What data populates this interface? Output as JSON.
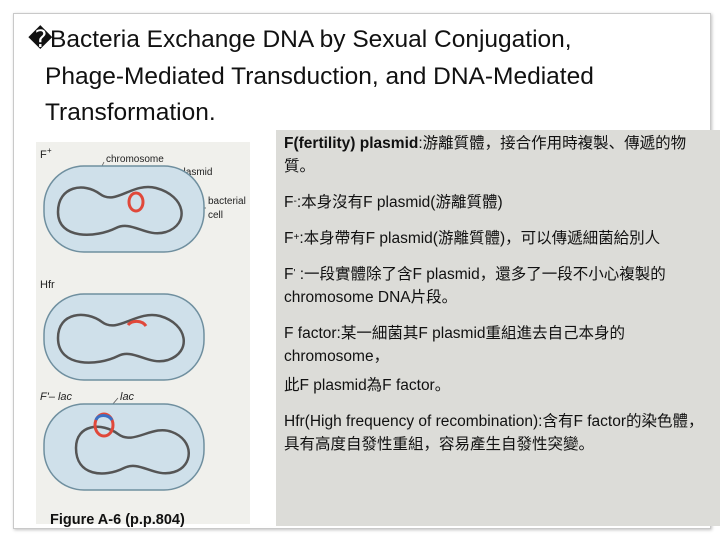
{
  "slide": {
    "title_bullet": "�",
    "title_lines": [
      "Bacteria Exchange DNA by Sexual Conjugation,",
      "Phage-Mediated Transduction, and DNA-Mediated",
      "Transformation."
    ]
  },
  "figure": {
    "labels": {
      "f_plus": "F",
      "f_plus_sup": "+",
      "chromosome": "chromosome",
      "plasmid": "plasmid",
      "bacterial": "bacterial",
      "cell": "cell",
      "hfr": "Hfr",
      "f_prime_lac": "F'– lac",
      "lac": "lac"
    },
    "caption": "Figure A-6 (p.p.804)"
  },
  "notes": [
    {
      "bold": "F(fertility) plasmid",
      "text": ":游離質體，接合作用時複製、傳遞的物質。"
    },
    {
      "prefix": "F",
      "sup": "-",
      "text": ":本身沒有F plasmid(游離質體)"
    },
    {
      "prefix": "F",
      "sup": "+",
      "text": ":本身帶有F plasmid(游離質體)，可以傳遞細菌給別人"
    },
    {
      "prefix": "F",
      "sup": "'",
      "text": " :一段實體除了含F plasmid，還多了一段不小心複製的chromosome DNA片段。"
    },
    {
      "prefix": "F factor",
      "text": ":某一細菌其F plasmid重組進去自己本身的chromosome，"
    },
    {
      "prefix": "",
      "text": "此F plasmid為F factor。"
    },
    {
      "prefix": "Hfr(High frequency of recombination)",
      "text": ":含有F factor的染色體，具有高度自發性重組，容易產生自發性突變。"
    }
  ],
  "colors": {
    "cell_fill": "#cfe0ea",
    "cell_stroke": "#6f8f9f",
    "chromosome": "#555555",
    "plasmid": "#e0483a"
  }
}
